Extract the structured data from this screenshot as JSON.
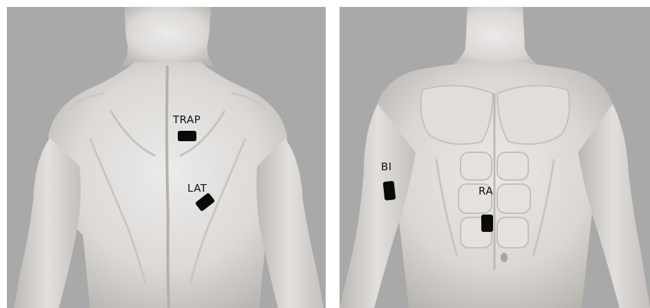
{
  "back_panel": {
    "labels": {
      "trap": "TRAP",
      "lat": "LAT"
    }
  },
  "front_panel": {
    "labels": {
      "bi": "BI",
      "ra": "RA"
    }
  },
  "colors": {
    "background": "#a9a9a9",
    "skin": "#e2dfdc",
    "electrode": "#0a0a0a"
  }
}
